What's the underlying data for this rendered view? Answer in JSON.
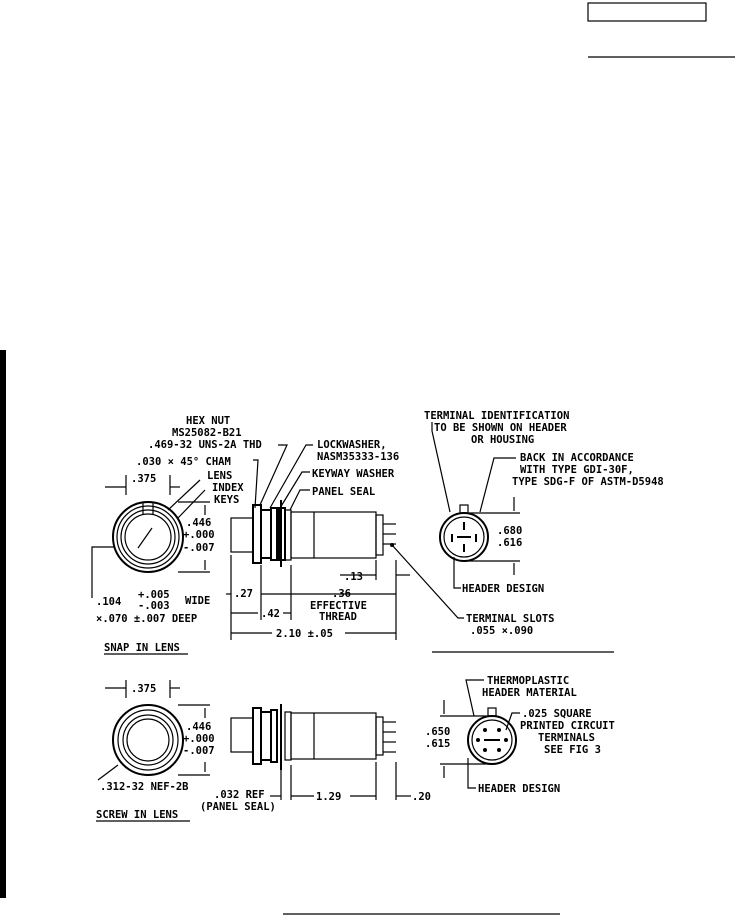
{
  "labels": {
    "hex_nut": "HEX NUT",
    "hex_nut_spec": "MS25082-B21",
    "thread_spec": ".469-32 UNS-2A THD",
    "cham": ".030 × 45° CHAM",
    "lens": "LENS",
    "index": "INDEX",
    "keys": "KEYS",
    "lockwasher": "LOCKWASHER,",
    "lockwasher_spec": "NASM35333-136",
    "keyway_washer": "KEYWAY WASHER",
    "panel_seal": "PANEL SEAL",
    "terminal_id_1": "TERMINAL IDENTIFICATION",
    "terminal_id_2": "TO BE SHOWN ON HEADER",
    "terminal_id_3": "OR HOUSING",
    "back_1": "BACK IN ACCORDANCE",
    "back_2": "WITH TYPE GDI-30F,",
    "back_3": "TYPE SDG-F OF ASTM-D5948",
    "dim_375_top": ".375",
    "dim_446_top": ".446",
    "dim_000_top": "+.000",
    "dim_007_top": "-.007",
    "dim_680": ".680",
    "dim_616": ".616",
    "header_design_top": "HEADER DESIGN",
    "dim_13": ".13",
    "dim_27": ".27",
    "dim_36": ".36",
    "effective": "EFFECTIVE",
    "thread": "THREAD",
    "dim_42": ".42",
    "dim_104": ".104",
    "tol_005": "+.005",
    "tol_003": "-.003",
    "wide": "WIDE",
    "deep": "×.070 ±.007 DEEP",
    "terminal_slots": "TERMINAL SLOTS",
    "slot_size": ".055 ×.090",
    "dim_210": "2.10 ±.05",
    "snap_in_lens": "SNAP IN LENS",
    "thermoplastic_1": "THERMOPLASTIC",
    "thermoplastic_2": "HEADER MATERIAL",
    "dim_375_bot": ".375",
    "dim_446_bot": ".446",
    "dim_000_bot": "+.000",
    "dim_007_bot": "-.007",
    "dim_650": ".650",
    "dim_615": ".615",
    "square_1": ".025 SQUARE",
    "square_2": "PRINTED CIRCUIT",
    "square_3": "TERMINALS",
    "square_4": "SEE FIG 3",
    "nef": ".312-32 NEF-2B",
    "header_design_bot": "HEADER DESIGN",
    "ref_032": ".032 REF",
    "panel_seal_paren": "(PANEL SEAL)",
    "dim_129": "1.29",
    "dim_20": ".20",
    "screw_in_lens": "SCREW IN LENS"
  }
}
